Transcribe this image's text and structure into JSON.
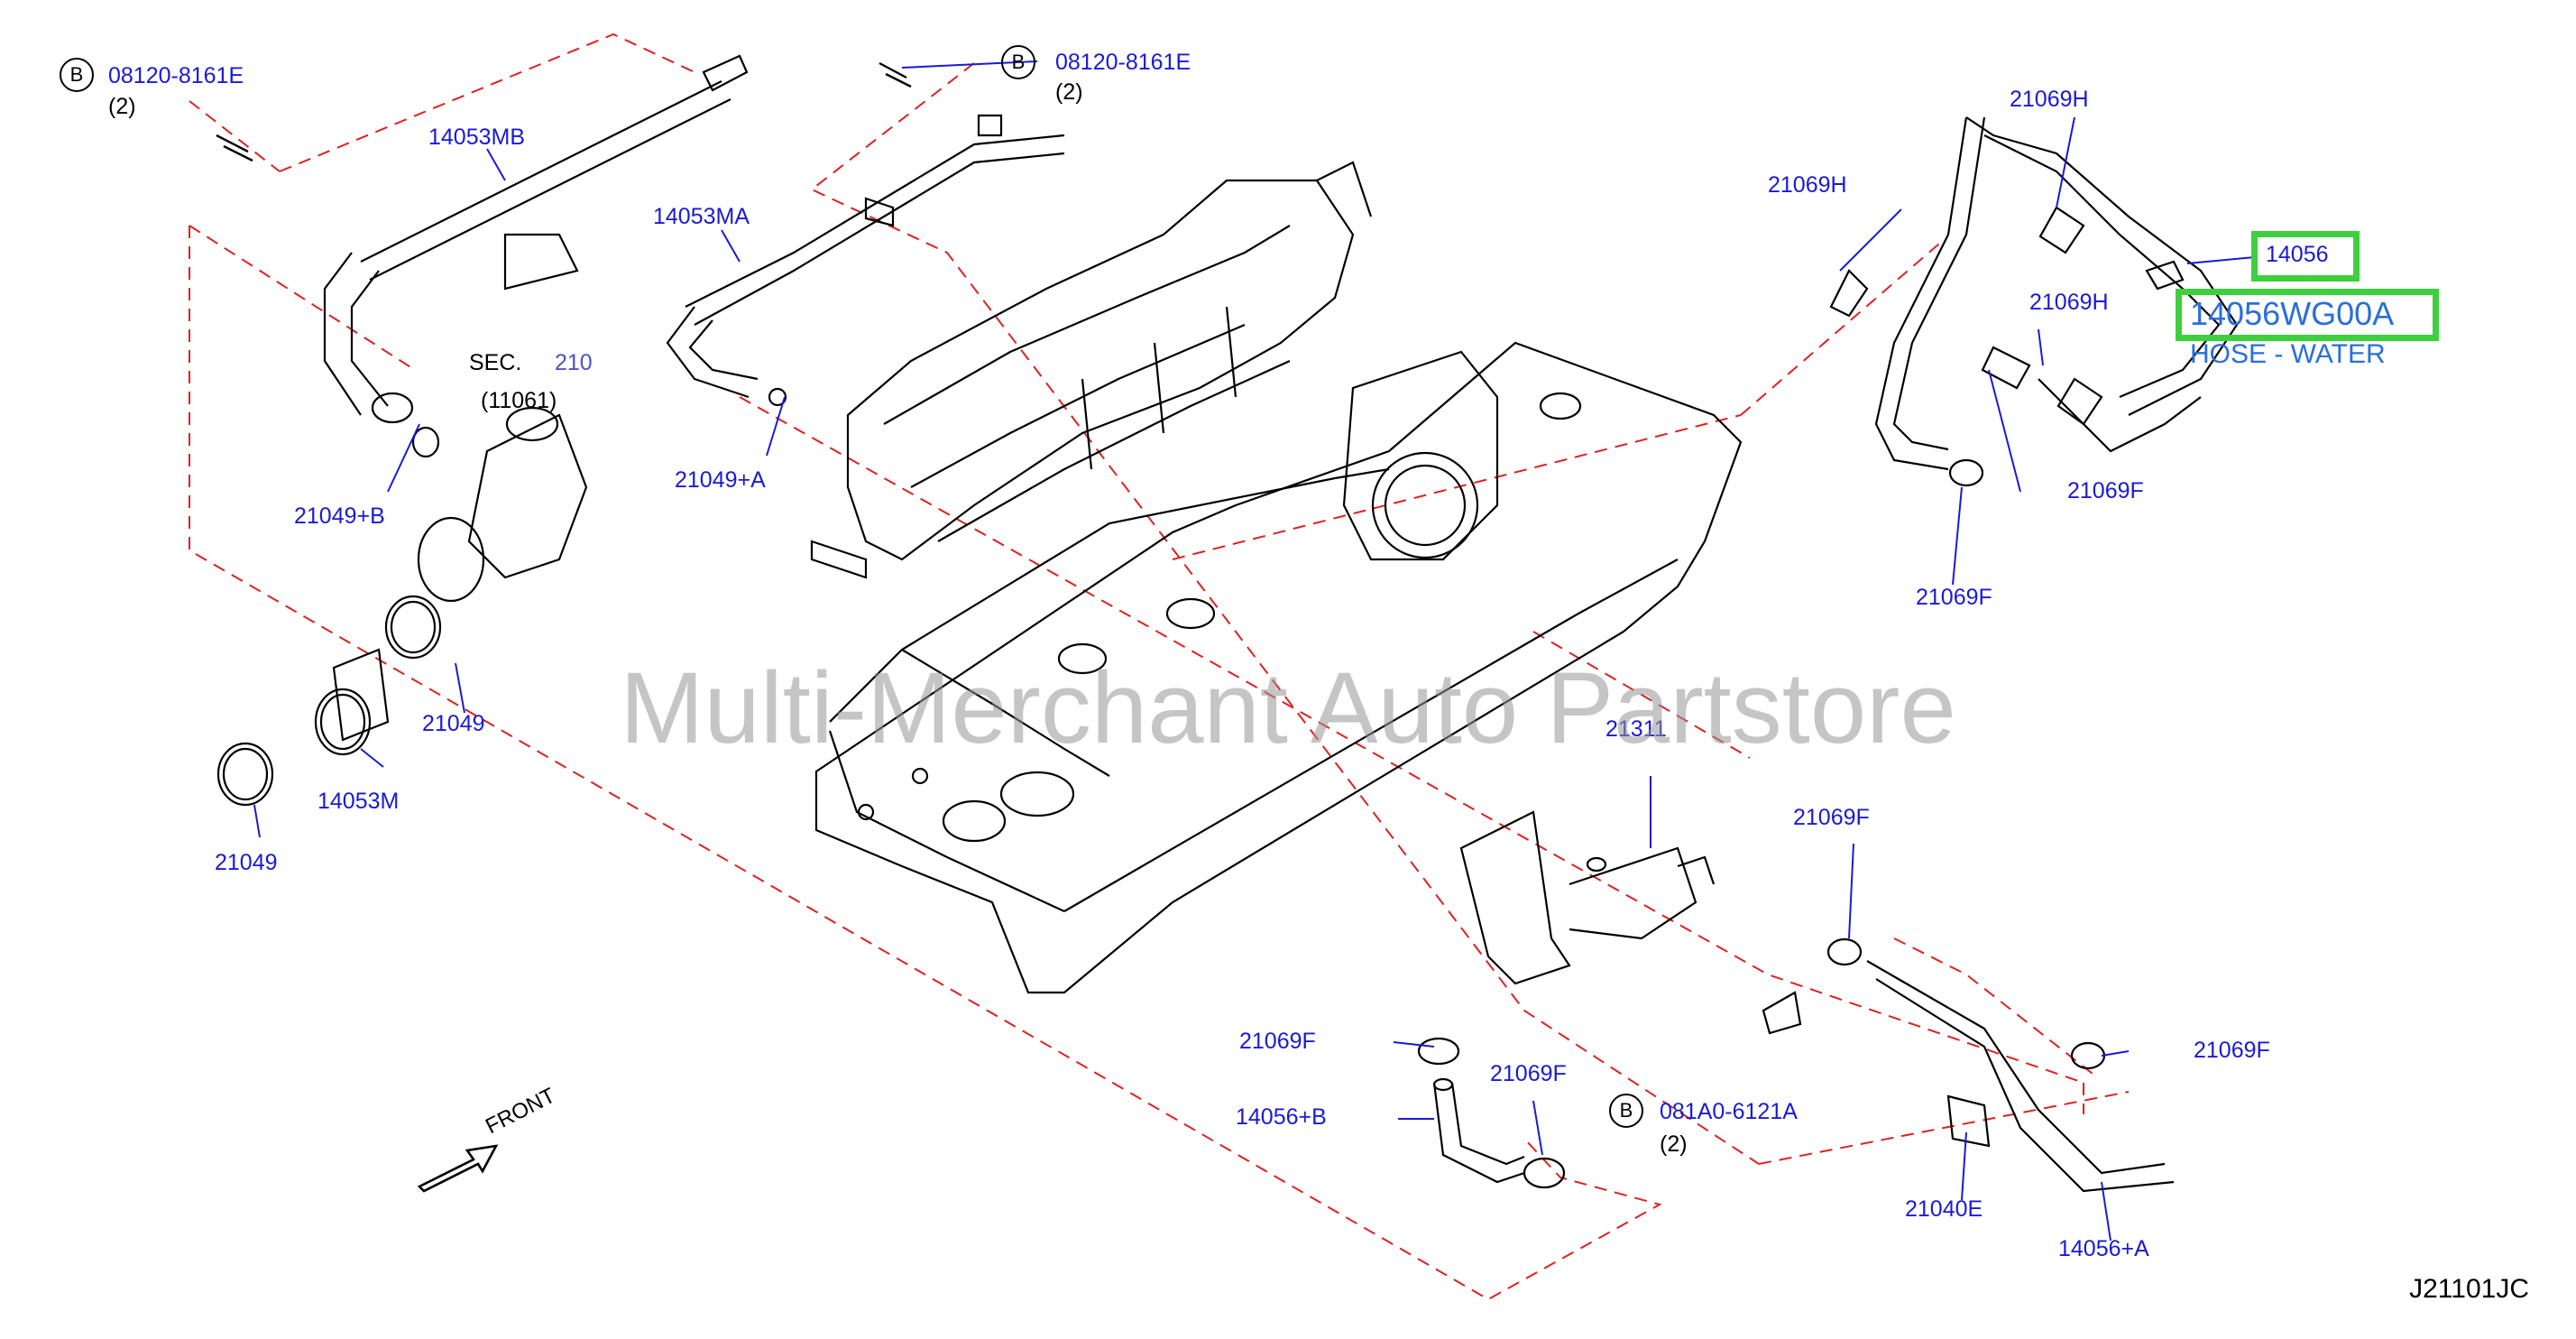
{
  "bolt_refs": [
    {
      "symbol": "B",
      "part": "08120-8161E",
      "qty": "(2)"
    },
    {
      "symbol": "B",
      "part": "08120-8161E",
      "qty": "(2)"
    },
    {
      "symbol": "B",
      "part": "081A0-6121A",
      "qty": "(2)"
    }
  ],
  "section": {
    "prefix": "SEC.",
    "number": "210",
    "ref": "(11061)"
  },
  "labels": {
    "l14053MB": "14053MB",
    "l14053MA": "14053MA",
    "l21049B": "21049+B",
    "l21049A": "21049+A",
    "l21049a": "21049",
    "l21049b": "21049",
    "l14053M": "14053M",
    "l21069H1": "21069H",
    "l21069H2": "21069H",
    "l21069H3": "21069H",
    "l21069F1": "21069F",
    "l21069F2": "21069F",
    "l21069F3": "21069F",
    "l21069F4": "21069F",
    "l21069F5": "21069F",
    "l21069F6": "21069F",
    "l14056": "14056",
    "l21311": "21311",
    "l14056B": "14056+B",
    "l14056A": "14056+A",
    "l21040E": "21040E"
  },
  "highlight": {
    "part_number": "14056WG00A",
    "description": "HOSE - WATER",
    "color": "#3ecf3e",
    "text_color": "#2a6fd8"
  },
  "front_label": "FRONT",
  "watermark": "Multi-Merchant Auto Partstore",
  "catalog_code": "J21101JC",
  "colors": {
    "label": "#1a1ad6",
    "leader_dash": "#e02020",
    "outline": "#000000"
  }
}
